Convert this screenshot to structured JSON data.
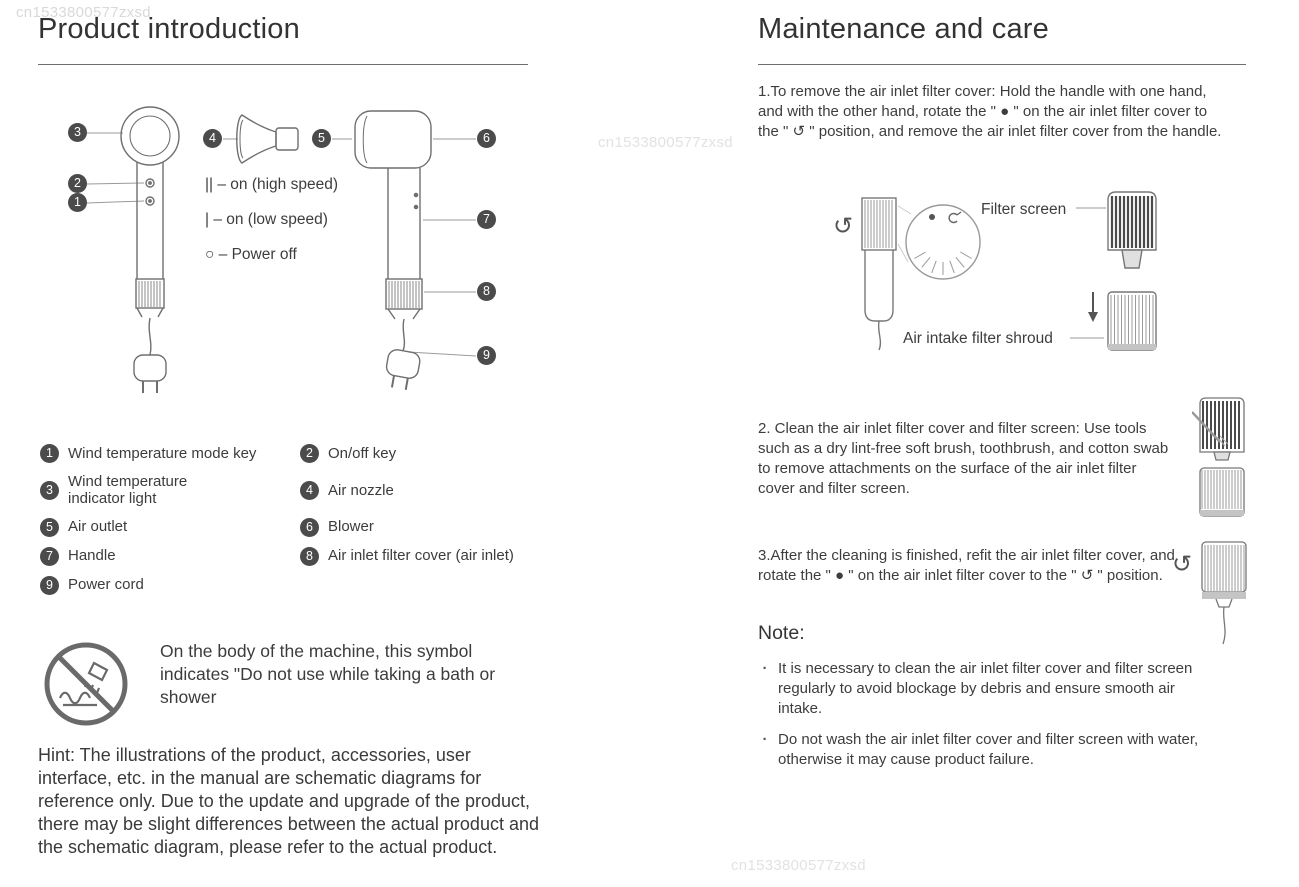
{
  "watermark": "cn1533800577zxsd",
  "icons": {
    "rotate_ccw": "↺",
    "bullet": "·"
  },
  "left": {
    "title": "Product introduction",
    "switch_legend": [
      "|| – on (high speed)",
      "| – on (low speed)",
      "○ – Power off"
    ],
    "callouts": [
      "1",
      "2",
      "3",
      "4",
      "5",
      "6",
      "7",
      "8",
      "9"
    ],
    "parts": [
      {
        "num": "1",
        "label": "Wind temperature mode key"
      },
      {
        "num": "2",
        "label": "On/off key"
      },
      {
        "num": "3",
        "label": "Wind temperature indicator light"
      },
      {
        "num": "4",
        "label": "Air nozzle"
      },
      {
        "num": "5",
        "label": "Air outlet"
      },
      {
        "num": "6",
        "label": "Blower"
      },
      {
        "num": "7",
        "label": "Handle"
      },
      {
        "num": "8",
        "label": "Air inlet filter cover (air inlet)"
      },
      {
        "num": "9",
        "label": "Power cord"
      }
    ],
    "warning_text": "On the body of the machine, this symbol indicates \"Do not use while taking a bath or shower",
    "hint": "Hint: The illustrations of the product, accessories, user interface, etc. in the manual are schematic diagrams for reference only. Due to the update and upgrade of the product, there may be slight differences between the actual product and the schematic diagram, please refer to the actual product."
  },
  "right": {
    "title": "Maintenance and care",
    "step1": "1.To remove the air inlet filter cover: Hold the handle with one hand, and with the other hand, rotate the \" ● \" on the air inlet filter cover to the \" ↺ \" position, and remove the air inlet filter cover from the handle.",
    "labels": {
      "filter_screen": "Filter screen",
      "air_intake_shroud": "Air intake filter shroud"
    },
    "step2": "2. Clean the air inlet filter cover and filter screen: Use tools such as a dry lint-free soft brush, toothbrush, and cotton swab to remove attachments on the surface of the air inlet filter cover and filter screen.",
    "step3": "3.After the cleaning is finished, refit the air inlet filter cover, and rotate the \" ● \" on the air inlet filter cover to the \" ↺ \" position.",
    "note_title": "Note:",
    "notes": [
      "It is necessary to clean the air inlet filter cover and filter screen regularly to avoid blockage by debris and ensure smooth air intake.",
      "Do not wash the air inlet filter cover and filter screen with water, otherwise it may cause product failure."
    ]
  }
}
